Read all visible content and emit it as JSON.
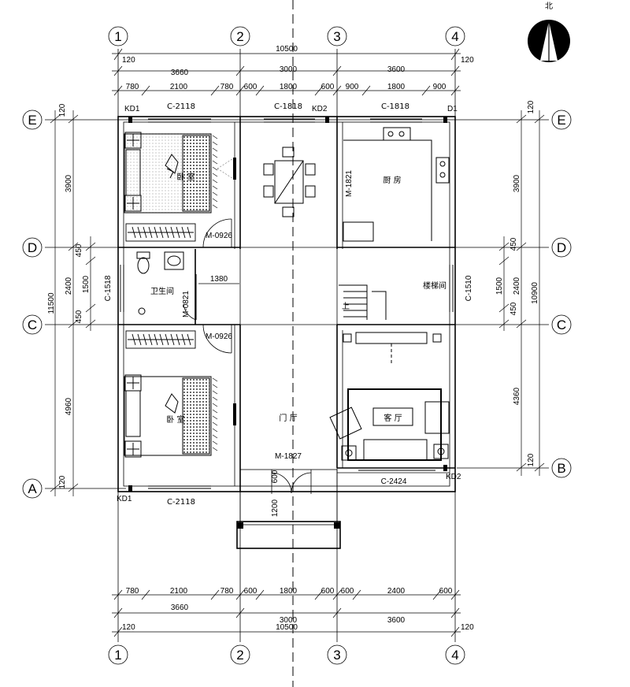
{
  "north": {
    "label": "北"
  },
  "axes_h": [
    "1",
    "2",
    "3",
    "4"
  ],
  "axes_v": [
    "E",
    "D",
    "C",
    "B",
    "A"
  ],
  "dims": {
    "top_total": "10500",
    "top_120_l": "120",
    "top_120_r": "120",
    "top_a": "3660",
    "top_b": "3000",
    "top_c": "3600",
    "top_segments": [
      "780",
      "2100",
      "780",
      "600",
      "1800",
      "600",
      "900",
      "1800",
      "900"
    ],
    "bottom_segments": [
      "780",
      "2100",
      "780",
      "600",
      "1800",
      "600",
      "600",
      "2400",
      "600"
    ],
    "bottom_a": "3660",
    "bottom_b": "3000",
    "bottom_c": "3600",
    "bottom_total": "10500",
    "bottom_120_l": "120",
    "bottom_120_r": "120",
    "left_total": "11500",
    "left_e": "120",
    "left_3900": "3900",
    "left_2400": "2400",
    "left_450a": "450",
    "left_1500": "1500",
    "left_450b": "450",
    "left_4960": "4960",
    "left_a": "120",
    "right_total": "10900",
    "right_e": "120",
    "right_3900": "3900",
    "right_450a": "450",
    "right_1500": "1500",
    "right_2400": "2400",
    "right_450b": "450",
    "right_4360": "4360",
    "right_b": "120",
    "inner_1380": "1380",
    "porch_600": "600",
    "porch_1200": "1200"
  },
  "labels": {
    "win_c2118_top": "C-2118",
    "win_c1818_a": "C-1818",
    "win_c1818_b": "C-1818",
    "kd1_top": "KD1",
    "kd2_top": "KD2",
    "d1_top": "D1",
    "door_m1821": "M-1821",
    "kitchen": "厨 房",
    "door_m0926_a": "M-0926",
    "win_c1518": "C-1518",
    "bathroom": "卫生间",
    "door_m0821": "M-0821",
    "stair_up": "上",
    "stairwell": "楼梯间",
    "win_c1510": "C-1510",
    "door_m0926_b": "M-0926",
    "hall": "门 厅",
    "living": "客 厅",
    "bedroom1": "卧 室",
    "bedroom2": "卧 室",
    "door_m1827": "M-1827",
    "win_c2424": "C-2424",
    "kd2_bottom": "KD2",
    "kd1_bottom": "KD1",
    "win_c2118_bottom": "C-2118"
  }
}
